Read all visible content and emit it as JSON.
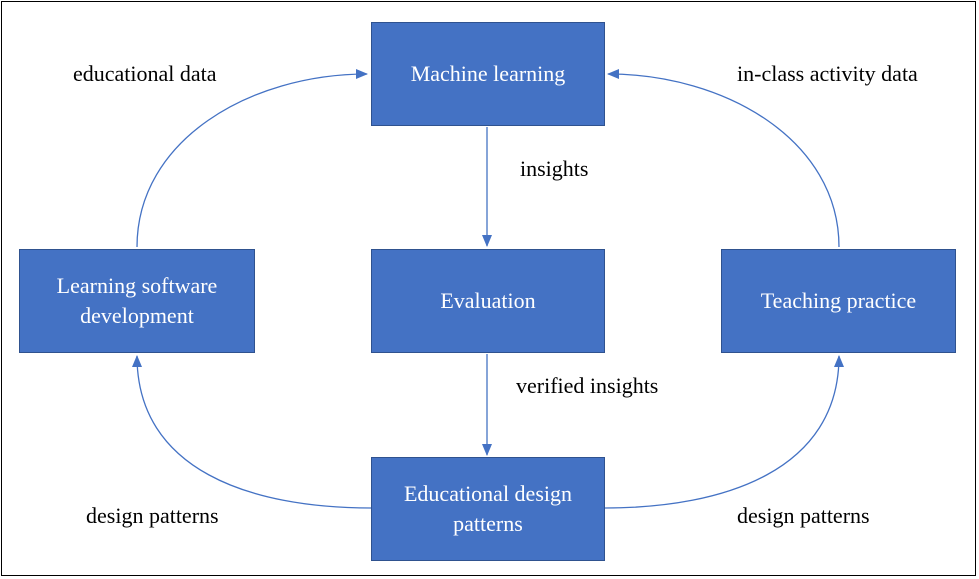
{
  "colors": {
    "box_fill": "#4472c4",
    "box_border": "#2f528f",
    "box_text": "#ffffff",
    "arrow": "#4472c4",
    "label_text": "#000000"
  },
  "nodes": {
    "machine_learning": "Machine learning",
    "evaluation": "Evaluation",
    "learning_software": "Learning software\ndevelopment",
    "teaching_practice": "Teaching practice",
    "educational_design_patterns": "Educational design\npatterns"
  },
  "edge_labels": {
    "educational_data": "educational data",
    "in_class_activity_data": "in-class activity data",
    "insights": "insights",
    "verified_insights": "verified insights",
    "design_patterns_left": "design patterns",
    "design_patterns_right": "design patterns"
  }
}
